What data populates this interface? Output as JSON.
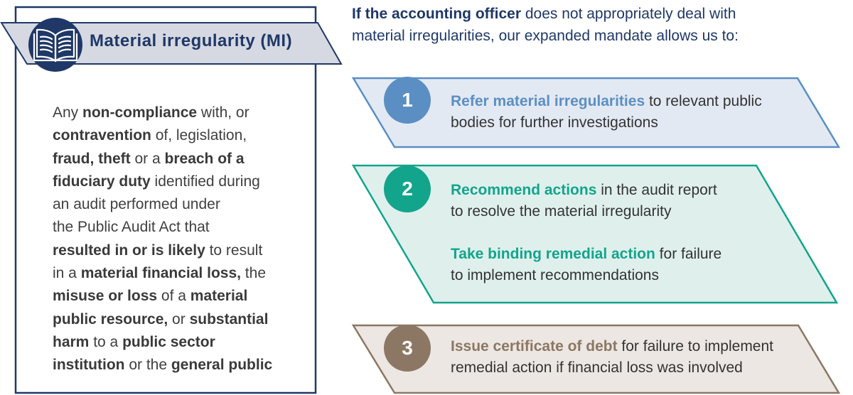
{
  "colors": {
    "navy": "#1f3867",
    "banner_fill": "#d6d9e2",
    "step1_accent": "#5b8fc4",
    "step1_fill": "#e3e9f3",
    "step2_accent": "#13a48c",
    "step2_fill": "#dff0ec",
    "step3_accent": "#8c7764",
    "step3_fill": "#ece7e2"
  },
  "definition": {
    "icon": "open-book-icon",
    "title": "Material irregularity (MI)",
    "body_lines": [
      [
        {
          "t": "Any ",
          "b": false
        },
        {
          "t": "non-compliance",
          "b": true
        },
        {
          "t": " with, or",
          "b": false
        }
      ],
      [
        {
          "t": "contravention",
          "b": true
        },
        {
          "t": " of, legislation,",
          "b": false
        }
      ],
      [
        {
          "t": "fraud, theft",
          "b": true
        },
        {
          "t": " or a ",
          "b": false
        },
        {
          "t": "breach of a",
          "b": true
        }
      ],
      [
        {
          "t": "fiduciary duty",
          "b": true
        },
        {
          "t": " identified during",
          "b": false
        }
      ],
      [
        {
          "t": "an audit performed under",
          "b": false
        }
      ],
      [
        {
          "t": "the Public Audit Act that",
          "b": false
        }
      ],
      [
        {
          "t": "resulted in or is likely",
          "b": true
        },
        {
          "t": " to result",
          "b": false
        }
      ],
      [
        {
          "t": "in a ",
          "b": false
        },
        {
          "t": "material financial loss,",
          "b": true
        },
        {
          "t": " the",
          "b": false
        }
      ],
      [
        {
          "t": "misuse or loss",
          "b": true
        },
        {
          "t": " of a ",
          "b": false
        },
        {
          "t": "material",
          "b": true
        }
      ],
      [
        {
          "t": "public resource,",
          "b": true
        },
        {
          "t": " or ",
          "b": false
        },
        {
          "t": "substantial",
          "b": true
        }
      ],
      [
        {
          "t": "harm",
          "b": true
        },
        {
          "t": " to a ",
          "b": false
        },
        {
          "t": "public sector",
          "b": true
        }
      ],
      [
        {
          "t": "institution",
          "b": true
        },
        {
          "t": " or the ",
          "b": false
        },
        {
          "t": "general public",
          "b": true
        }
      ]
    ]
  },
  "intro": {
    "bold": "If the accounting officer",
    "line1_rest": " does not appropriately deal with",
    "line2": "material irregularities, our expanded mandate allows us to:"
  },
  "steps": [
    {
      "number": "1",
      "lines": [
        [
          {
            "t": "Refer material irregularities",
            "b": true
          },
          {
            "t": " to relevant public",
            "b": false
          }
        ],
        [
          {
            "t": "bodies for further investigations",
            "b": false
          }
        ]
      ]
    },
    {
      "number": "2",
      "lines": [
        [
          {
            "t": "Recommend actions",
            "b": true
          },
          {
            "t": " in the audit report",
            "b": false
          }
        ],
        [
          {
            "t": "to resolve the material irregularity",
            "b": false
          }
        ],
        [
          {
            "t": "",
            "b": false
          }
        ],
        [
          {
            "t": "Take binding remedial action",
            "b": true
          },
          {
            "t": " for failure",
            "b": false
          }
        ],
        [
          {
            "t": "to implement recommendations",
            "b": false
          }
        ]
      ]
    },
    {
      "number": "3",
      "lines": [
        [
          {
            "t": "Issue certificate of debt",
            "b": true
          },
          {
            "t": " for failure to implement",
            "b": false
          }
        ],
        [
          {
            "t": "remedial action if financial loss was involved",
            "b": false
          }
        ]
      ]
    }
  ]
}
